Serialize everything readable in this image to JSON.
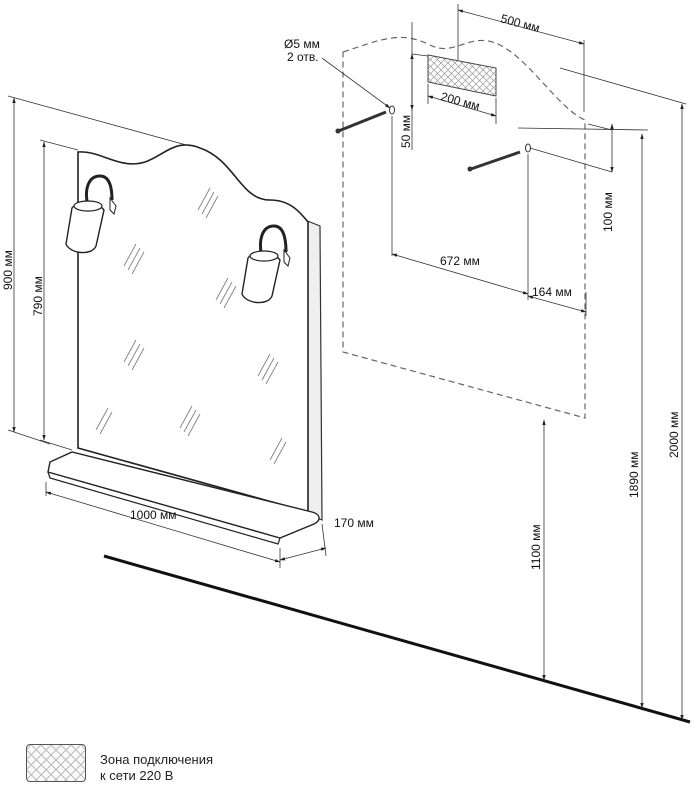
{
  "dimensions": {
    "hole_diameter": "Ø5 мм",
    "hole_count": "2 отв.",
    "zone_width": "500 мм",
    "zone_inner": "200 мм",
    "hole_from_top": "50 мм",
    "hole_offset": "100 мм",
    "holes_distance": "672 мм",
    "hole_from_edge": "164 мм",
    "height_total": "900 мм",
    "height_mirror": "790 мм",
    "width": "1000 мм",
    "depth": "170 мм",
    "floor_to_bottom": "1100 мм",
    "floor_to_top": "1890 мм",
    "floor_to_zone": "2000 мм"
  },
  "legend": {
    "line1": "Зона подключения",
    "line2": "к сети 220 В"
  }
}
